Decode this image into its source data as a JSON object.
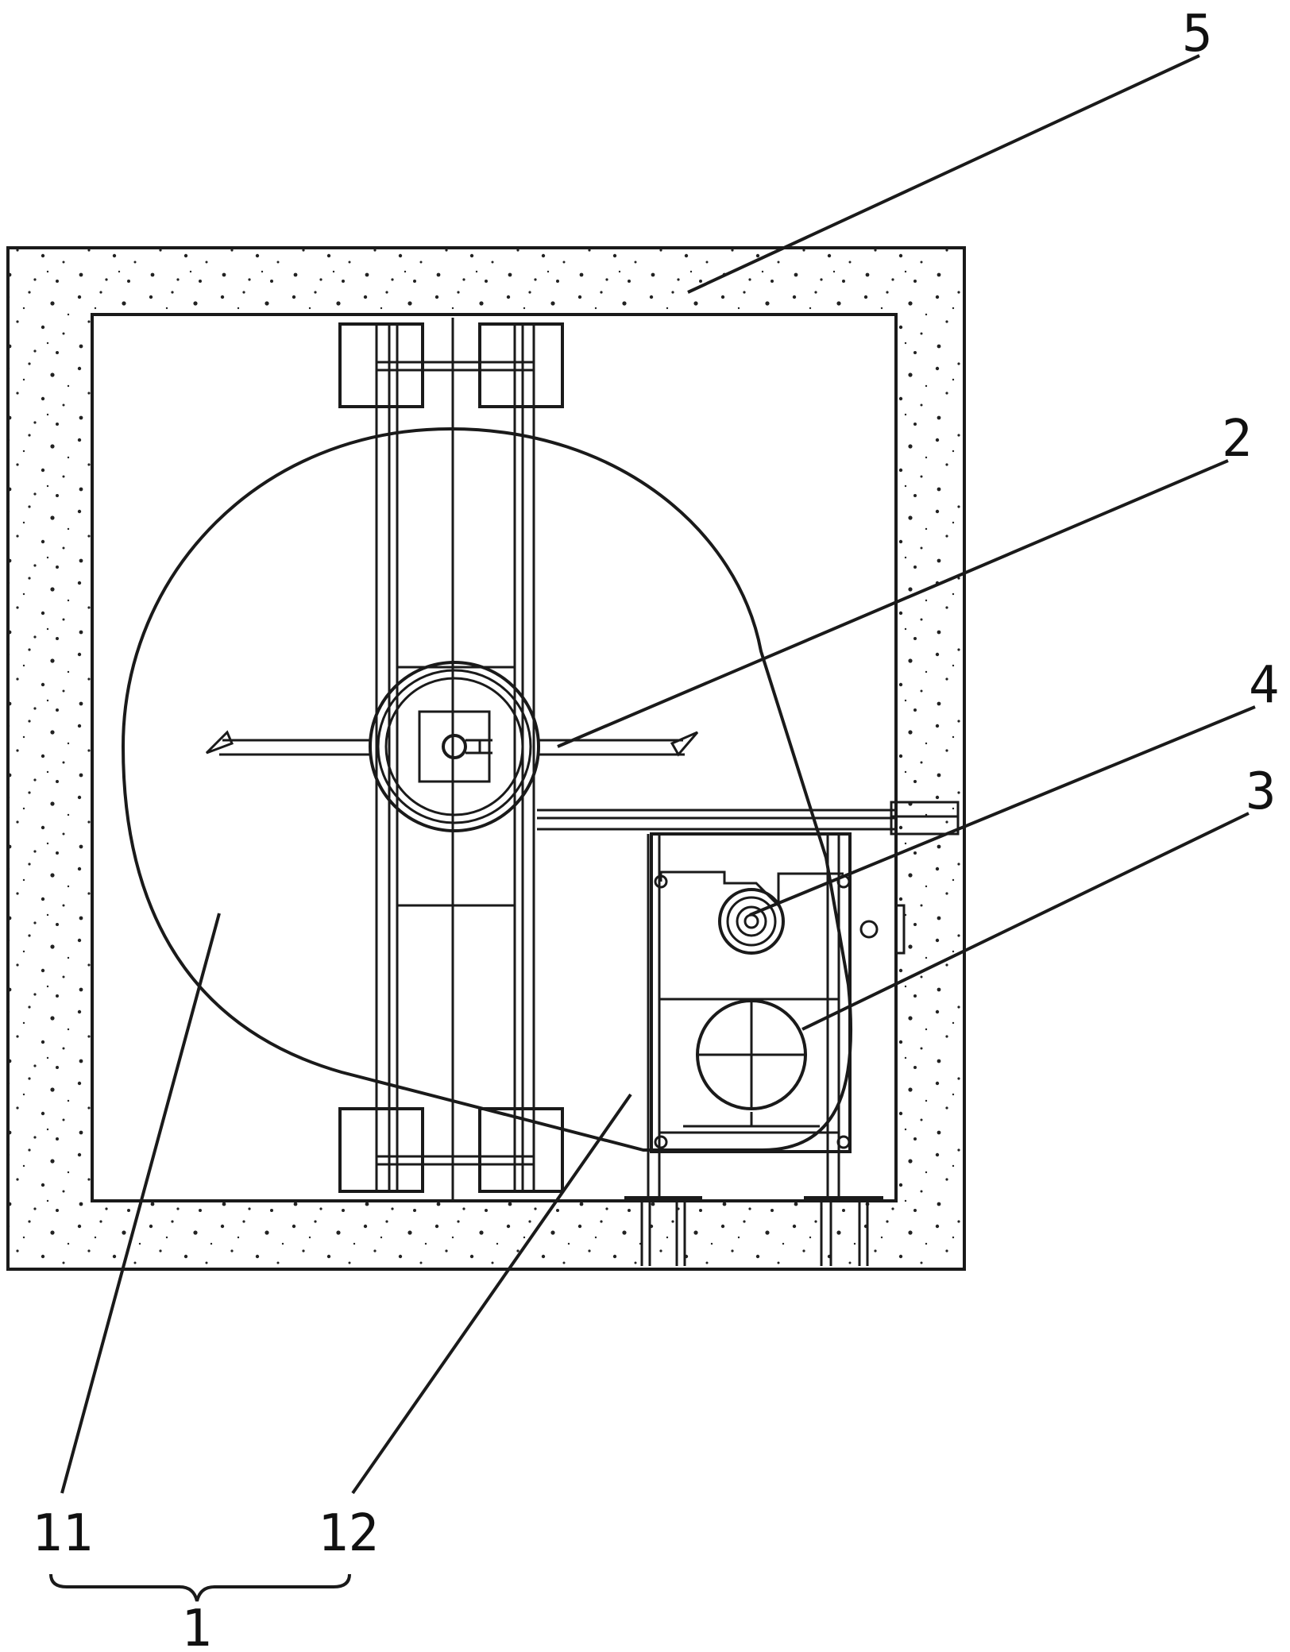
{
  "labels": {
    "l5": "5",
    "l2": "2",
    "l4": "4",
    "l3": "3",
    "l11": "11",
    "l12": "12",
    "l1": "1"
  }
}
